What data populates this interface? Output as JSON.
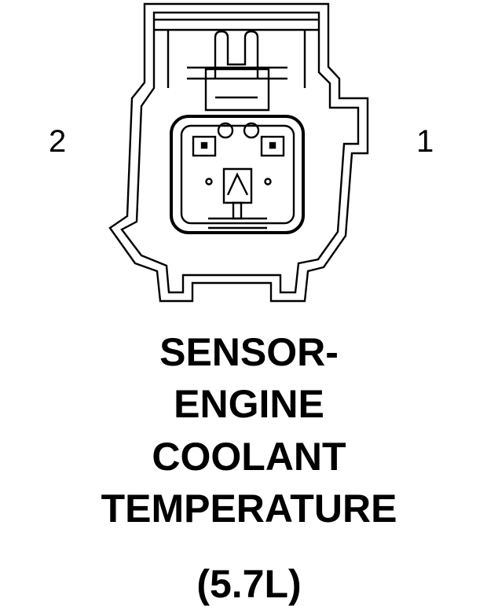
{
  "pins": {
    "left": "2",
    "right": "1"
  },
  "title_lines": {
    "line1": "SENSOR-",
    "line2": "ENGINE",
    "line3": "COOLANT",
    "line4": "TEMPERATURE"
  },
  "variant": "(5.7L)",
  "colors": {
    "ink": "#000000",
    "paper": "#ffffff"
  }
}
